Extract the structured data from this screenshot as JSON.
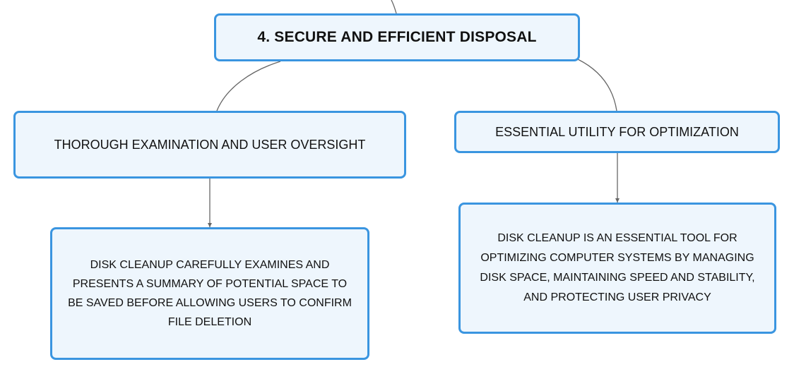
{
  "diagram": {
    "root": {
      "label": "4. SECURE AND EFFICIENT DISPOSAL"
    },
    "branches": [
      {
        "label": "THOROUGH EXAMINATION AND USER OVERSIGHT",
        "child": {
          "label": "DISK CLEANUP CAREFULLY EXAMINES AND PRESENTS A SUMMARY OF POTENTIAL SPACE TO BE SAVED BEFORE ALLOWING USERS TO CONFIRM FILE DELETION"
        }
      },
      {
        "label": "ESSENTIAL UTILITY FOR OPTIMIZATION",
        "child": {
          "label": "DISK CLEANUP IS AN ESSENTIAL TOOL FOR OPTIMIZING COMPUTER SYSTEMS BY MANAGING DISK SPACE, MAINTAINING SPEED AND STABILITY, AND PROTECTING USER PRIVACY"
        }
      }
    ],
    "colors": {
      "node_border": "#3a95e0",
      "node_fill": "#eef6fd",
      "connector": "#666666",
      "text": "#111111"
    }
  }
}
